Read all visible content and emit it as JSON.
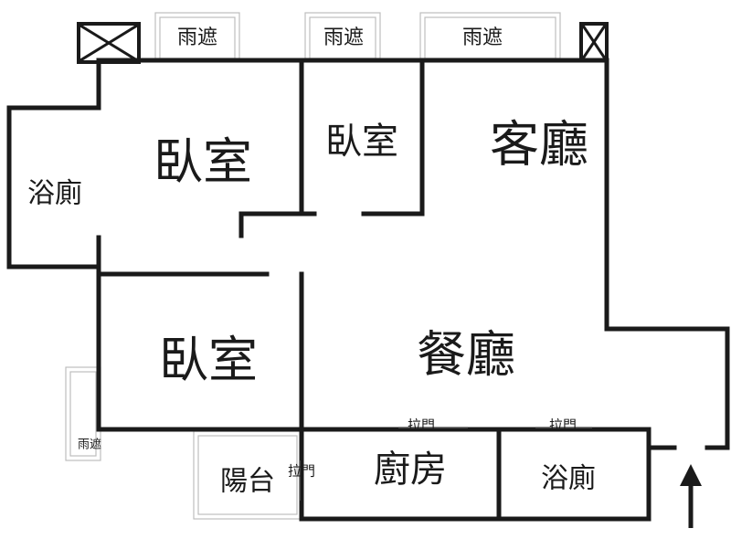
{
  "rooms": {
    "bedroom_large": "臥室",
    "bedroom_small": "臥室",
    "bedroom_lower": "臥室",
    "living_room": "客廳",
    "dining_room": "餐廳",
    "bathroom_left": "浴廁",
    "bathroom_right": "浴廁",
    "kitchen": "廚房",
    "balcony": "陽台"
  },
  "canopies": {
    "top_1": "雨遮",
    "top_2": "雨遮",
    "top_3": "雨遮",
    "side_left": "雨遮"
  },
  "doors": {
    "sliding_kitchen": "拉門",
    "sliding_bathroom": "拉門",
    "sliding_balcony": "拉門"
  },
  "colors": {
    "wall": "#1a1a1a",
    "canopy_outline": "#bdbdbd"
  }
}
